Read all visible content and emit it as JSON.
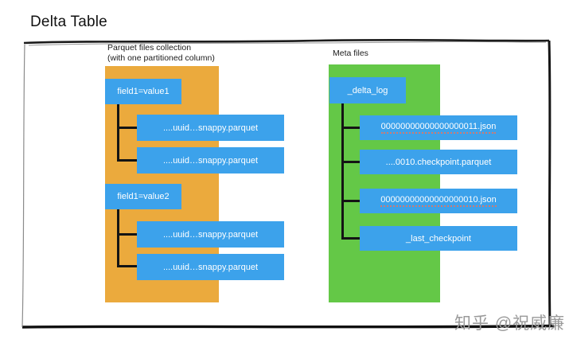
{
  "page": {
    "title": "Delta Table",
    "watermark": "知乎 @祝威廉"
  },
  "colors": {
    "partition_bg": "#EBAA3D",
    "meta_bg": "#64C847",
    "box_blue": "#3CA2EB",
    "box_text": "#FFFFFF",
    "line": "#141414",
    "watermark": "#9A9A9A"
  },
  "parquet_group": {
    "label_line1": "Parquet files collection",
    "label_line2": "(with one partitioned column)",
    "partitions": [
      {
        "label": "field1=value1",
        "files": [
          "....uuid…snappy.parquet",
          "....uuid…snappy.parquet"
        ]
      },
      {
        "label": "field1=value2",
        "files": [
          "....uuid…snappy.parquet",
          "....uuid…snappy.parquet"
        ]
      }
    ]
  },
  "meta_group": {
    "label": "Meta files",
    "root": "_delta_log",
    "files": [
      {
        "label": "00000000000000000011.json",
        "underlined": true
      },
      {
        "label": "....0010.checkpoint.parquet",
        "underlined": false
      },
      {
        "label": "00000000000000000010.json",
        "underlined": true
      },
      {
        "label": "_last_checkpoint",
        "underlined": false
      }
    ]
  }
}
